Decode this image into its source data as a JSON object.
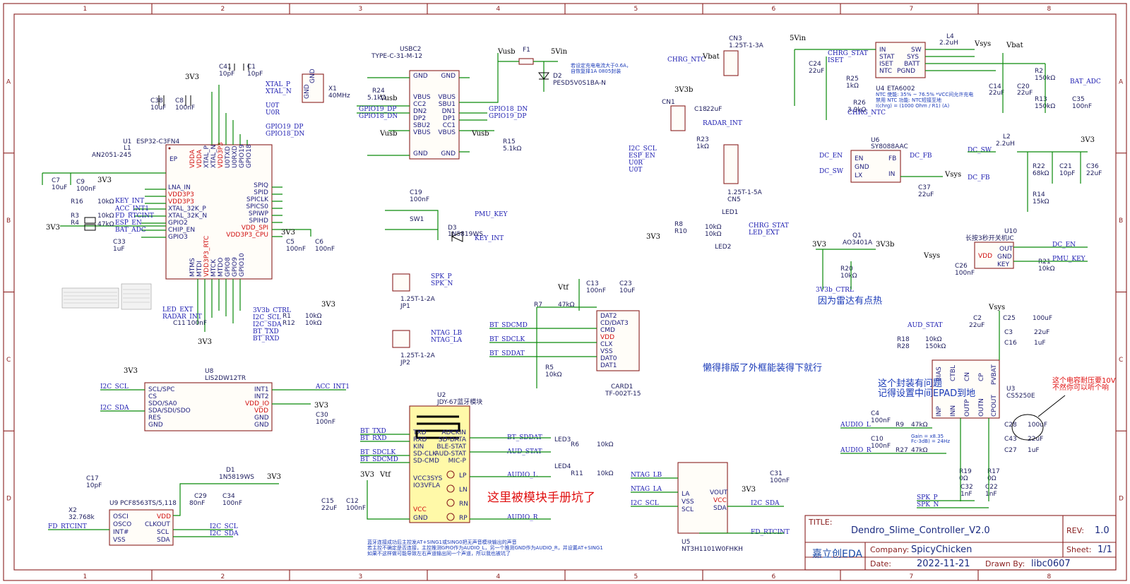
{
  "frame": {
    "columns": [
      "1",
      "2",
      "3",
      "4",
      "5",
      "6",
      "7",
      "8"
    ],
    "rows": [
      "A",
      "B",
      "C",
      "D"
    ]
  },
  "mcu": {
    "ref": "U1",
    "part": "ESP32-C3FN4",
    "left_pins": [
      "LNA_IN",
      "VDD3P3",
      "VDD3P3",
      "XTAL_32K_P",
      "XTAL_32K_N",
      "GPIO2",
      "CHIP_EN",
      "GPIO3"
    ],
    "top_pins": [
      "VDDA",
      "VDDA",
      "XTAL_P",
      "XTAL_N",
      "VDD3P3",
      "U0TXD",
      "U0RXD",
      "GPIO19",
      "GPIO18"
    ],
    "right_pins": [
      "SPIQ",
      "SPID",
      "SPICLK",
      "SPICS0",
      "SPIWP",
      "SPIHD",
      "VDD_SPI",
      "VDD3P3_CPU"
    ],
    "bottom_pins": [
      "MTMS",
      "MTDI",
      "VDD3P3_RTC",
      "MTCK",
      "MTDO",
      "GPIO8",
      "GPIO9",
      "GPIO10"
    ],
    "ep": "EP"
  },
  "texts": {
    "x1_ref": "X1",
    "x1_val": "40MHz",
    "usbc_ref": "USBC2",
    "usbc_val": "TYPE-C-31-M-12",
    "f1": "F1",
    "d2_ref": "D2",
    "d2_val": "PESD5V0S1BA-N",
    "usb_note": "若设定充电电流大于0.6A，自恢复择1A 0805封装",
    "cn3_ref": "CN3",
    "cn3_val": "1.25T-1-3A",
    "cn1_ref": "CN1",
    "cn5_ref": "CN5",
    "cn5_val": "1.25T-1-5A",
    "u4_ref": "U4",
    "u4_val": "ETA6002",
    "u4_note1": "NTC 使能: 35% ~ 76.5% *VCC间允许充电",
    "u4_note2": "禁用 NTC 功能: NTC短接至地",
    "u4_note3": "I(chrg) = (1000 Ohm / R1) (A)",
    "u6_ref": "U6",
    "u6_val": "SY8088AAC",
    "u10_ref": "U10",
    "u10_val": "长按3秒开关机IC",
    "q1_ref": "Q1",
    "q1_val": "AO3401A",
    "radar_note": "因为雷达有点热",
    "sw1": "SW1",
    "d3_ref": "D3",
    "d3_val": "1N5819WS",
    "jp1_val": "1.25T-1-2A",
    "jp1_ref": "JP1",
    "jp2_val": "1.25T-1-2A",
    "jp2_ref": "JP2",
    "card_ref": "CARD1",
    "card_val": "TF-002T-15",
    "u8_ref": "U8",
    "u8_val": "LIS2DW12TR",
    "u2_ref": "U2",
    "u2_val": "JDY-67蓝牙模块",
    "u9_ref": "U9",
    "u9_val": "PCF8563TS/5,118",
    "d1_ref": "D1",
    "d1_val": "1N5819WS",
    "u5_ref": "U5",
    "u5_val": "NT3H1101W0FHKH",
    "u3_ref": "U3",
    "u3_val": "CS5250E",
    "note_frame": "懒得排版了外框能装得下就行",
    "note_epad1": "这个封装有问题",
    "note_epad2": "记得设置中间EPAD到地",
    "note_cap1": "这个电容耐压要10V",
    "note_cap2": "不然你可以听个响",
    "note_module": "这里被模块手册坑了",
    "bt_note1": "蓝牙连接成功后主控发AT+SING1或SING0把无声音模块输出的声音",
    "bt_note2": "若主控不确定是否连接，主控推测GPIO作为AUDIO_L，另一个推测GND作为AUDIO_R，并设置AT+SING1",
    "bt_note3": "如果不这样做可能导致左右声道输出同一个声道，所以我也被坑了",
    "gain_note": "Gain = x8.35  Fc-3dB) = 24Hz"
  },
  "title_block": {
    "title_label": "TITLE:",
    "title": "Dendro_Slime_Controller_V2.0",
    "rev_label": "REV:",
    "rev": "1.0",
    "company_label": "Company:",
    "company": "SpicyChicken",
    "sheet_label": "Sheet:",
    "sheet": "1/1",
    "date_label": "Date:",
    "date": "2022-11-21",
    "drawn_label": "Drawn By:",
    "drawn": "libc0607",
    "logo": "嘉立创EDA"
  },
  "colors": {
    "frame": "#8a2020",
    "wire": "#0a8a0a",
    "net": "#1b1bb0",
    "note_red": "#e01010"
  }
}
